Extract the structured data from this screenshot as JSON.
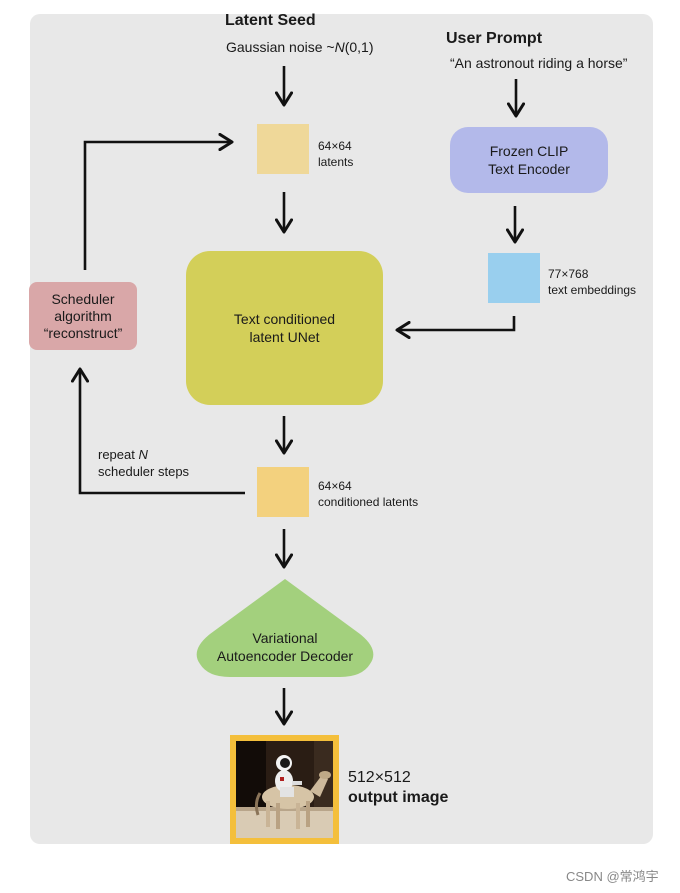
{
  "latent_seed": {
    "title": "Latent Seed",
    "noise_prefix": "Gaussian noise ~",
    "noise_symbol": "N",
    "noise_params": "(0,1)"
  },
  "user_prompt": {
    "title": "User Prompt",
    "text": "“An astronout riding a horse”"
  },
  "latents": {
    "size": "64×64",
    "name": "latents"
  },
  "clip_encoder": {
    "line1": "Frozen CLIP",
    "line2": "Text Encoder"
  },
  "text_embeddings": {
    "size": "77×768",
    "name": "text embeddings"
  },
  "unet": {
    "line1": "Text conditioned",
    "line2": "latent UNet"
  },
  "scheduler": {
    "line1": "Scheduler",
    "line2": "algorithm",
    "line3": "“reconstruct”"
  },
  "repeat": {
    "prefix": "repeat ",
    "symbol": "N",
    "line2": "scheduler steps"
  },
  "conditioned_latents": {
    "size": "64×64",
    "name": "conditioned latents"
  },
  "vae_decoder": {
    "line1": "Variational",
    "line2": "Autoencoder Decoder"
  },
  "output": {
    "size": "512×512",
    "label": "output image"
  },
  "watermark": "CSDN @常鸿宇",
  "colors": {
    "panel": "#e8e8e8",
    "latents": "#efd899",
    "clip": "#b3b9ea",
    "embeddings": "#99cfee",
    "unet": "#d3cf59",
    "scheduler": "#d9a7a8",
    "conditioned_latents": "#f3d17e",
    "vae": "#a3d07d",
    "output_frame": "#f4bf3b",
    "arrow": "#111111"
  }
}
